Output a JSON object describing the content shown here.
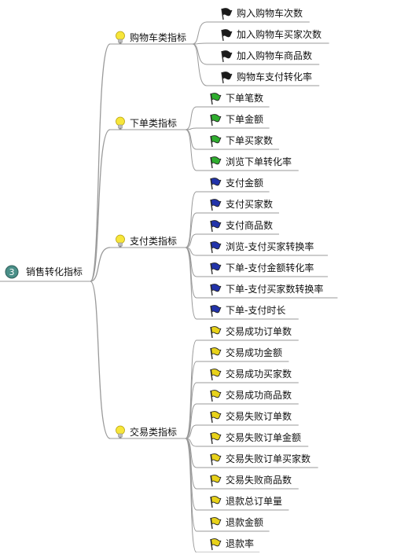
{
  "root": {
    "label": "销售转化指标",
    "badge": "3"
  },
  "branches": [
    {
      "label": "购物车类指标",
      "flag_color": "#1a1a1a",
      "items": [
        "购入购物车次数",
        "加入购物车买家次数",
        "加入购物车商品数",
        "购物车支付转化率"
      ]
    },
    {
      "label": "下单类指标",
      "flag_color": "#2fae2f",
      "items": [
        "下单笔数",
        "下单金额",
        "下单买家数",
        "浏览下单转化率"
      ]
    },
    {
      "label": "支付类指标",
      "flag_color": "#2233aa",
      "items": [
        "支付金额",
        "支付买家数",
        "支付商品数",
        "浏览-支付买家转换率",
        "下单-支付金额转化率",
        "下单-支付买家数转换率",
        "下单-支付时长"
      ]
    },
    {
      "label": "交易类指标",
      "flag_color": "#e8d21a",
      "items": [
        "交易成功订单数",
        "交易成功金额",
        "交易成功买家数",
        "交易成功商品数",
        "交易失败订单数",
        "交易失败订单金额",
        "交易失败订单买家数",
        "交易失败商品数",
        "退款总订单量",
        "退款金额",
        "退款率"
      ]
    }
  ]
}
